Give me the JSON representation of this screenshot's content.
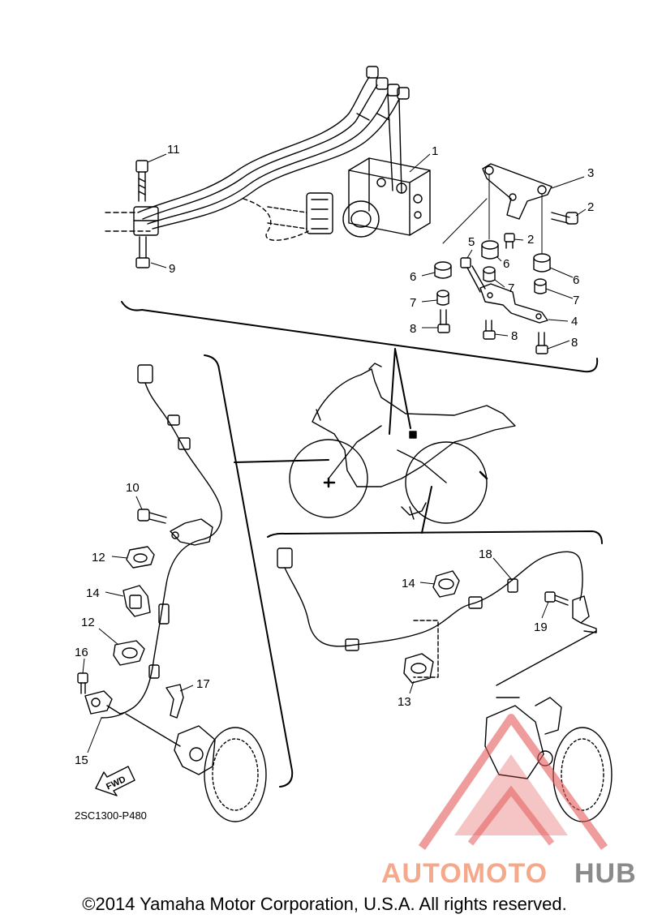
{
  "callouts": {
    "c1": "1",
    "c2a": "2",
    "c2b": "2",
    "c3": "3",
    "c4": "4",
    "c5": "5",
    "c6a": "6",
    "c6b": "6",
    "c6c": "6",
    "c7a": "7",
    "c7b": "7",
    "c7c": "7",
    "c8a": "8",
    "c8b": "8",
    "c8c": "8",
    "c9": "9",
    "c10": "10",
    "c11": "11",
    "c12a": "12",
    "c12b": "12",
    "c13": "13",
    "c14a": "14",
    "c14b": "14",
    "c15": "15",
    "c16": "16",
    "c17": "17",
    "c18": "18",
    "c19": "19"
  },
  "diagram_code": "2SC1300-P480",
  "fwd_label": "FWD",
  "watermark": {
    "part1": "AUTOMOTO",
    "part2": "HUB",
    "color1": "#f5a98a",
    "color2": "#8a8a8a"
  },
  "copyright": "©2014 Yamaha Motor Corporation, U.S.A. All rights reserved."
}
